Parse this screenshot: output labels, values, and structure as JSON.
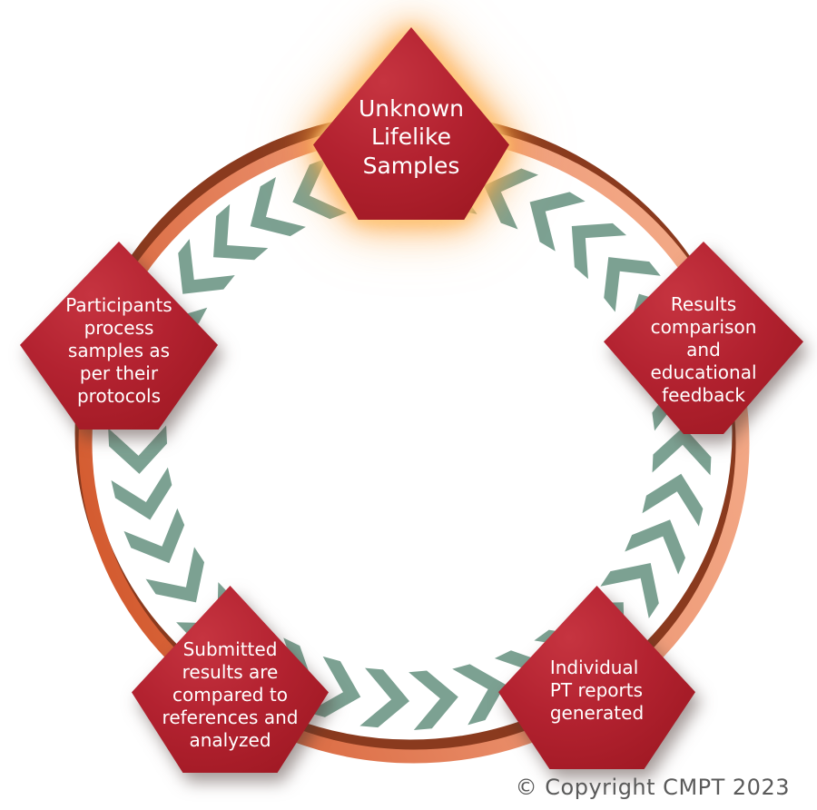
{
  "diagram": {
    "type": "cycle",
    "direction": "counter-clockwise",
    "chevron_count": 35,
    "nodes": [
      {
        "id": "unknown-lifelike-samples",
        "label": "Unknown\nLifelike\nSamples",
        "highlighted": true
      },
      {
        "id": "participants-process-samples",
        "label": "Participants\nprocess\nsamples as\nper their\nprotocols",
        "highlighted": false
      },
      {
        "id": "submitted-results-analyzed",
        "label": "Submitted\nresults are\ncompared to\nreferences and\nanalyzed",
        "highlighted": false
      },
      {
        "id": "individual-pt-reports",
        "label": "Individual\nPT reports\ngenerated",
        "highlighted": false
      },
      {
        "id": "results-comparison-feedback",
        "label": "Results\ncomparison\nand\neducational\nfeedback",
        "highlighted": false
      }
    ],
    "colors": {
      "node_red": "#B32230",
      "node_red_light": "#C63440",
      "node_red_dark": "#99161F",
      "node_text": "#FFFFFF",
      "chevron_green": "#7CA192",
      "ring_dark": "#8A3A1E",
      "ring_orange": "#D2572B",
      "ring_salmon": "#EC9471",
      "ring_salmon_light": "#F4AC8A",
      "glow_orange": "#FCA33D",
      "copyright_gray": "#5A5A5A"
    }
  },
  "footer": {
    "copyright": "© Copyright CMPT 2023"
  }
}
